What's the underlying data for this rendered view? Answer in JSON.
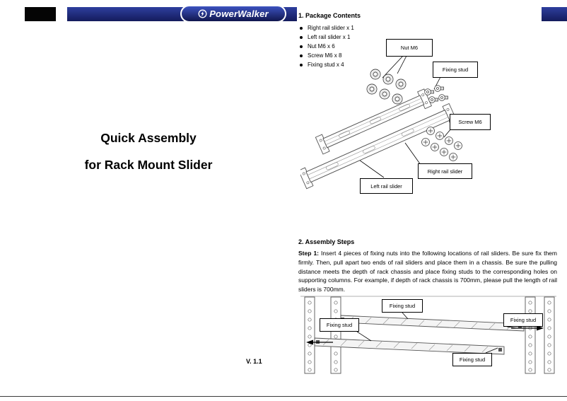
{
  "header": {
    "logo_text": "PowerWalker",
    "logo_icon": "power-bolt-icon",
    "brand_navy": "#141b5c",
    "brand_navy_light": "#2e3f9e"
  },
  "title": {
    "line1": "Quick Assembly",
    "line2": "for Rack Mount Slider"
  },
  "version": "V. 1.1",
  "package": {
    "heading": "1. Package Contents",
    "items": [
      "Right rail slider x 1",
      "Left rail slider x 1",
      "Nut M6 x 6",
      "Screw M6 x 8",
      "Fixing stud x 4"
    ],
    "callouts": {
      "nut": "Nut M6",
      "fixing_stud": "Fixing stud",
      "screw": "Screw M6",
      "right_rail": "Right rail slider",
      "left_rail": "Left rail slider"
    }
  },
  "assembly": {
    "heading": "2. Assembly Steps",
    "step1_label": "Step 1:",
    "step1_text": " Insert 4 pieces of fixing nuts into the following locations of rail sliders. Be sure fix them firmly. Then, pull apart two ends of rail sliders and place them in a chassis. Be sure the pulling distance meets the depth of rack chassis and place fixing studs to the corresponding holes on supporting columns. For example, if depth of rack chassis is 700mm, please pull the length of rail sliders is 700mm.",
    "callouts": {
      "top": "Fixing stud",
      "left": "Fixing stud",
      "right": "Fixing stud",
      "bottom": "Fixing stud"
    }
  }
}
